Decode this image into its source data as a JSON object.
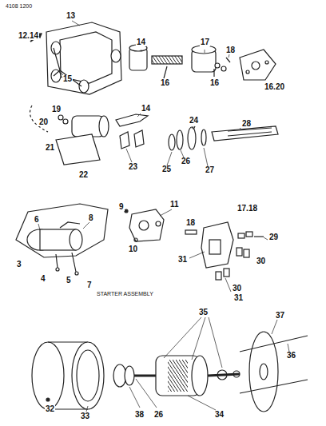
{
  "diagram": {
    "labels": [
      "4108 1200",
      "12.14",
      "13",
      "14",
      "17",
      "18",
      "15",
      "16",
      "16",
      "16.20",
      "14",
      "19",
      "24",
      "20",
      "28",
      "21",
      "26",
      "25",
      "27",
      "22",
      "23",
      "9",
      "11",
      "18",
      "17.18",
      "6",
      "8",
      "29",
      "10",
      "30",
      "3",
      "31",
      "5",
      "30",
      "4",
      "7",
      "31",
      "STARTER ASSEMBLY",
      "35",
      "37",
      "36",
      "32",
      "33",
      "38",
      "26",
      "34"
    ]
  }
}
